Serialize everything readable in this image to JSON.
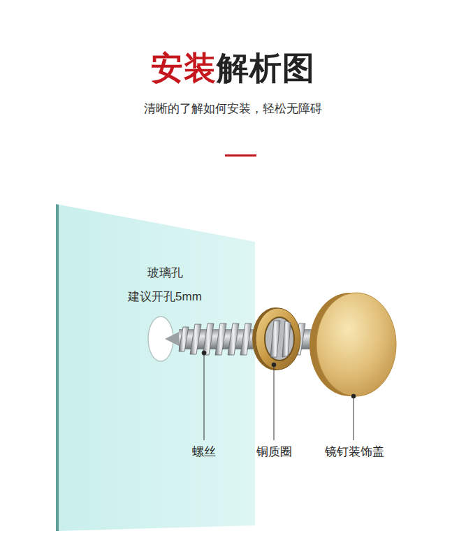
{
  "diagram": {
    "title": "安装解析图",
    "labels": [
      "清晰的了解如何安装，轻松无障碍",
      "玻璃孔",
      "建议开孔5mm",
      "螺丝",
      "铜质圈",
      "镜钉装饰盖"
    ]
  }
}
